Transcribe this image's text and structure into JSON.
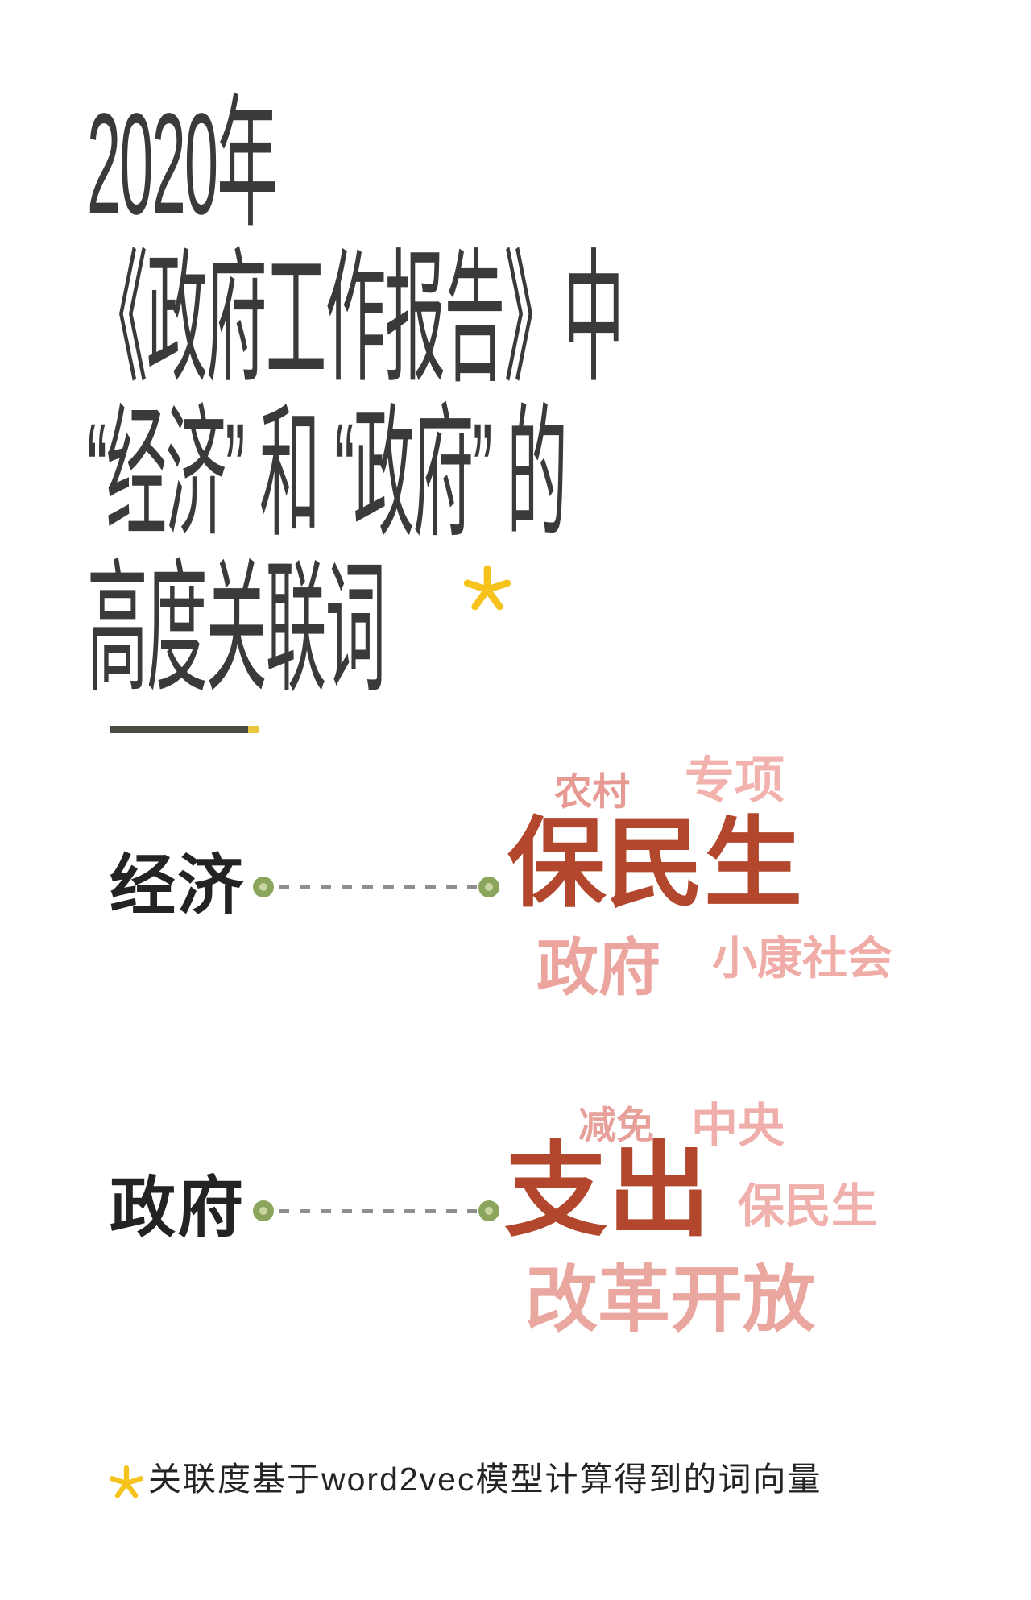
{
  "title": {
    "lines": [
      "2020年",
      "《政府工作报告》中",
      "“经济” 和 “政府” 的",
      "高度关联词"
    ],
    "asterisk": "*"
  },
  "sections": [
    {
      "label": "经济",
      "cloud": {
        "above_left": "农村",
        "above_right": "专项",
        "main": "保民生",
        "below_left": "政府",
        "below_right": "小康社会"
      }
    },
    {
      "label": "政府",
      "cloud": {
        "above_left": "减免",
        "above_right": "中央",
        "main": "支出",
        "right": "保民生",
        "below": "改革开放"
      }
    }
  ],
  "footnote": {
    "text": "关联度基于word2vec模型计算得到的词向量"
  },
  "colors": {
    "ink": "#3a3a3c",
    "label_ink": "#232323",
    "main_word_red": "#b2472d",
    "pink": "#e9a29b",
    "pink_light": "#f2b4af",
    "connector_green": "#8ba55c",
    "connector_green_inner": "#c8d5a1",
    "dash_gray": "#8f8f8f",
    "divider_dark": "#4c4b43",
    "accent_yellow": "#f6c31c"
  },
  "chart_data": {
    "type": "table",
    "title": "2020年《政府工作报告》中“经济”和“政府”的高度关联词",
    "note": "关联度基于word2vec模型计算得到的词向量",
    "series": [
      {
        "name": "经济",
        "top_related_word": "保民生",
        "related_words": [
          "农村",
          "专项",
          "保民生",
          "政府",
          "小康社会"
        ]
      },
      {
        "name": "政府",
        "top_related_word": "支出",
        "related_words": [
          "减免",
          "中央",
          "支出",
          "保民生",
          "改革开放"
        ]
      }
    ],
    "legend_position": "none",
    "grid": false
  }
}
